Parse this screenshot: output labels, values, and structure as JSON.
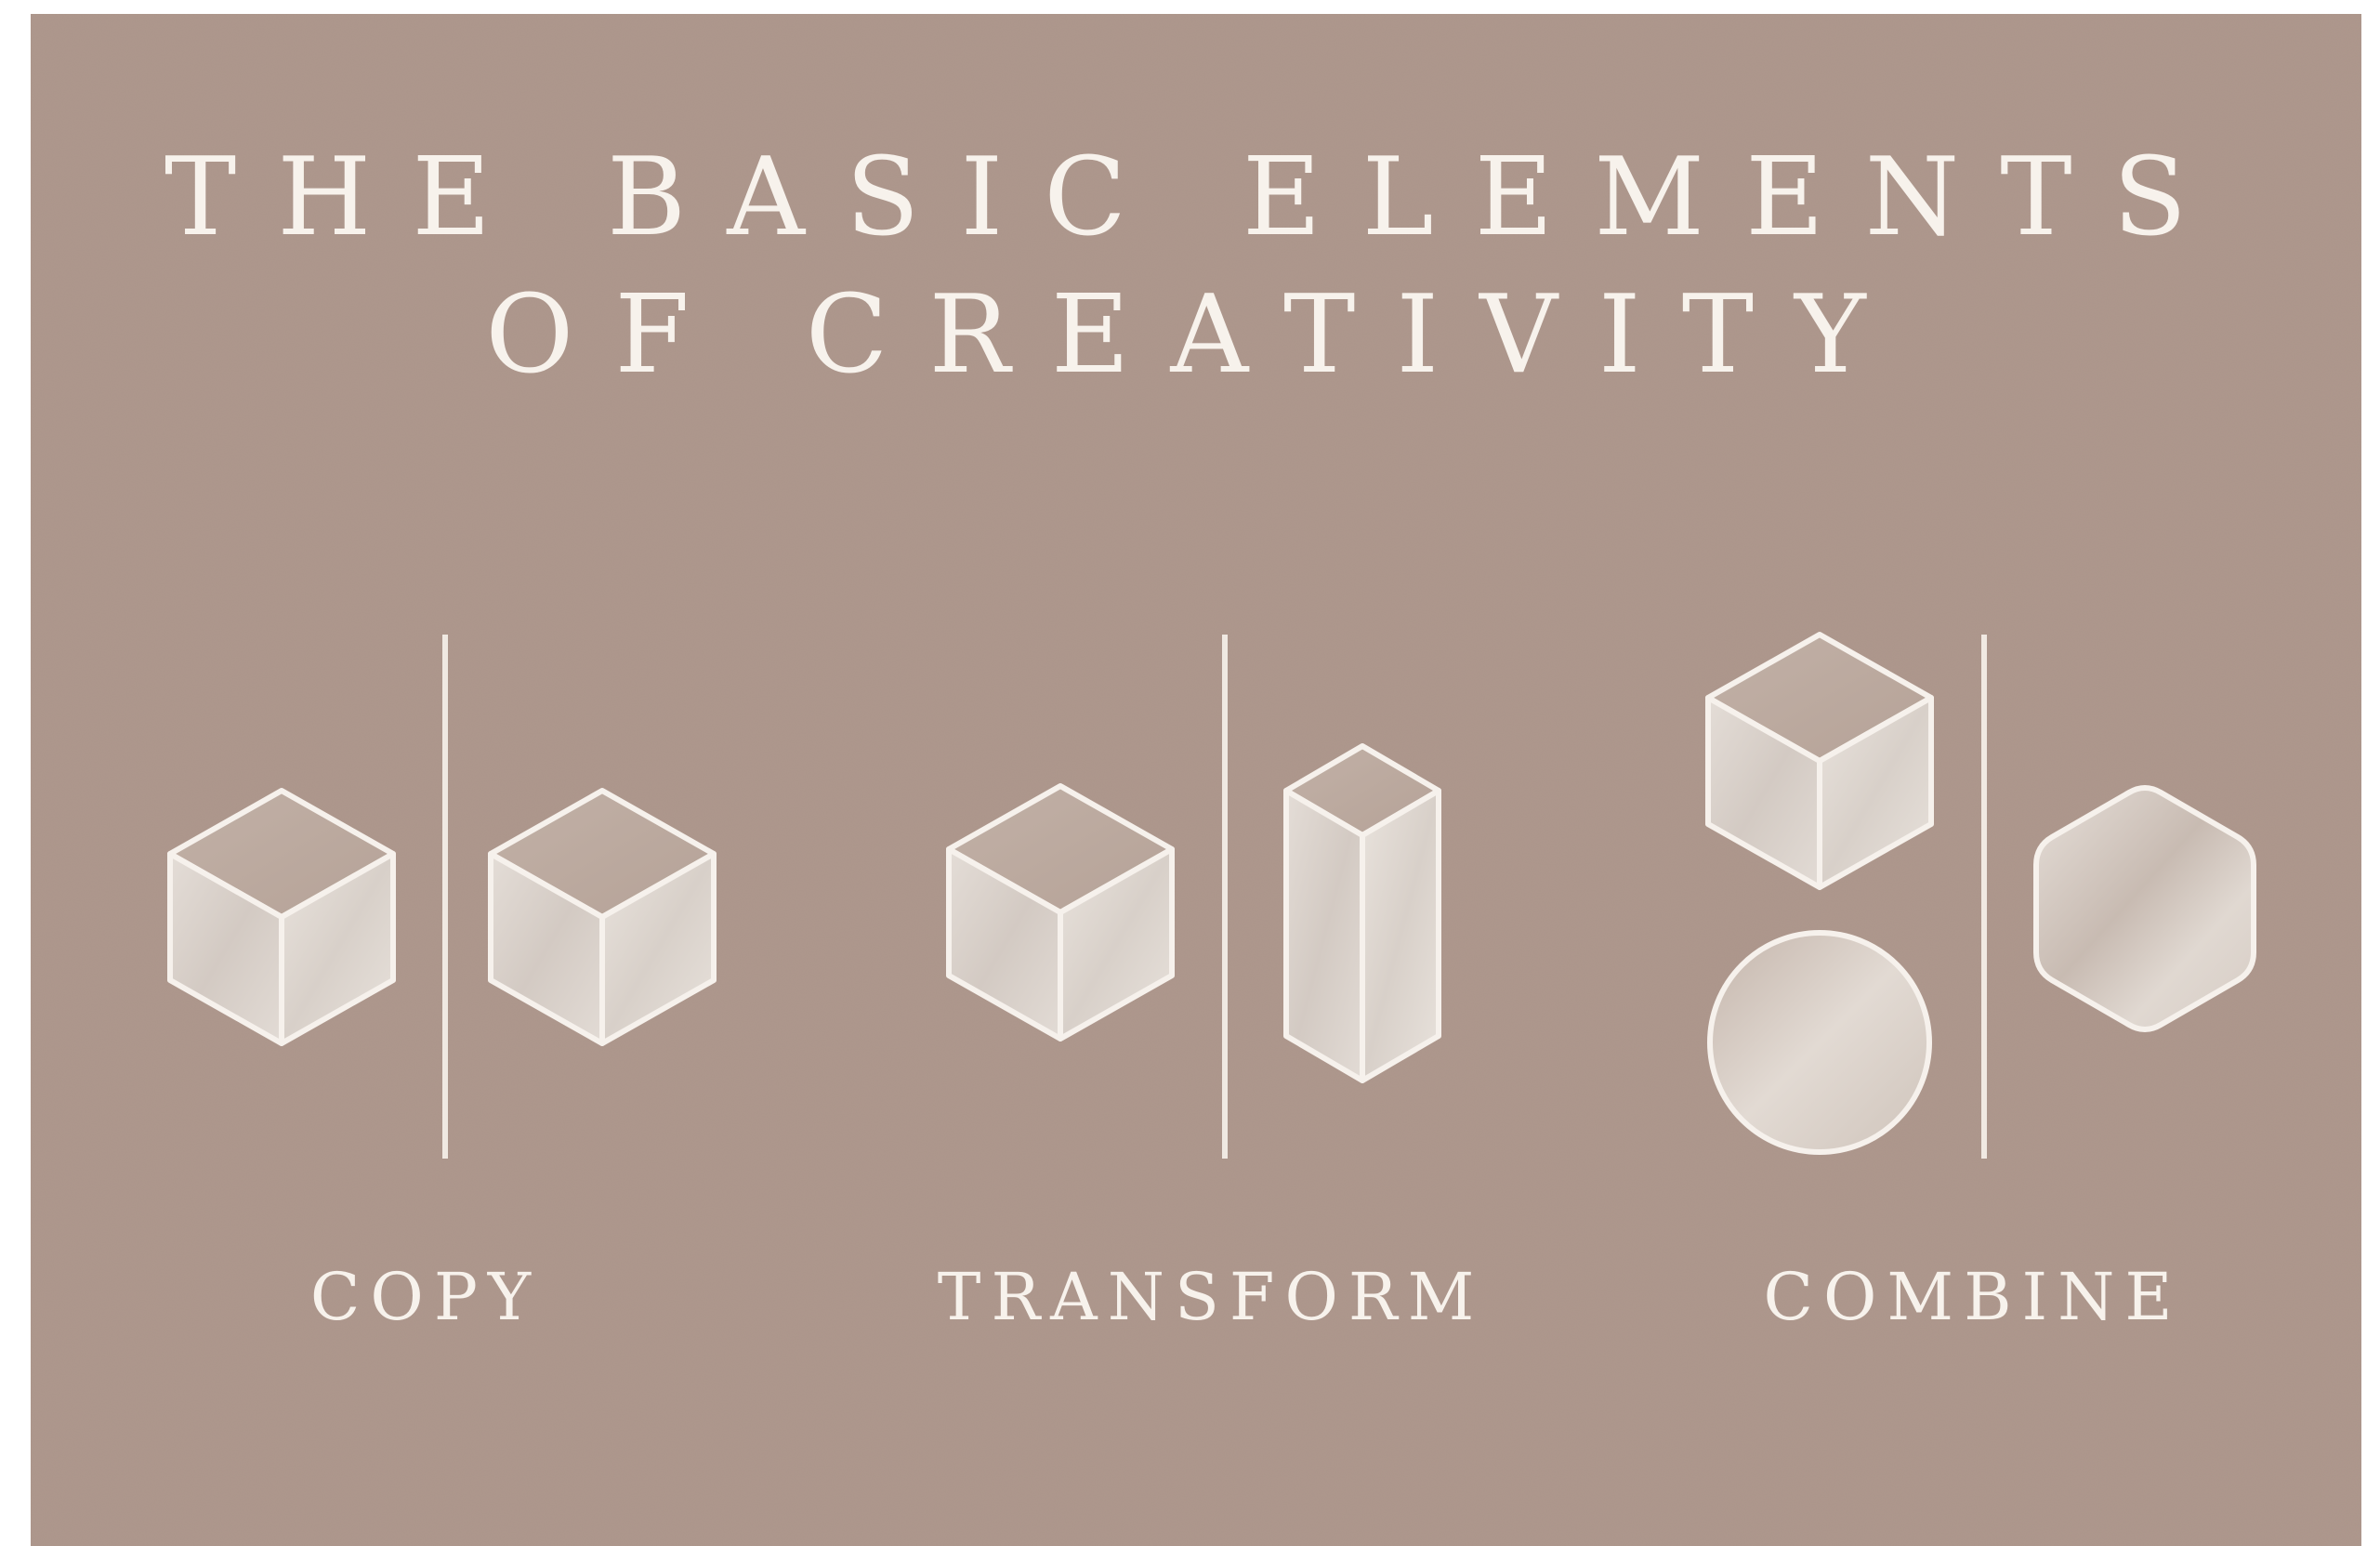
{
  "title": {
    "line1": "THE BASIC ELEMENTS",
    "line2": "OF CREATIVITY"
  },
  "sections": [
    {
      "label": "COPY",
      "left_shapes": [
        "cube"
      ],
      "right_shapes": [
        "cube"
      ]
    },
    {
      "label": "TRANSFORM",
      "left_shapes": [
        "cube"
      ],
      "right_shapes": [
        "tall-prism"
      ]
    },
    {
      "label": "COMBINE",
      "left_shapes": [
        "cube",
        "circle"
      ],
      "right_shapes": [
        "rounded-hexagon"
      ]
    }
  ],
  "colors": {
    "background": "#ac958a",
    "ink": "#f7f2ec",
    "shape_top": "#b9a69c",
    "shape_face_left": "#ddd6d0",
    "shape_face_right": "#e6e0da"
  }
}
